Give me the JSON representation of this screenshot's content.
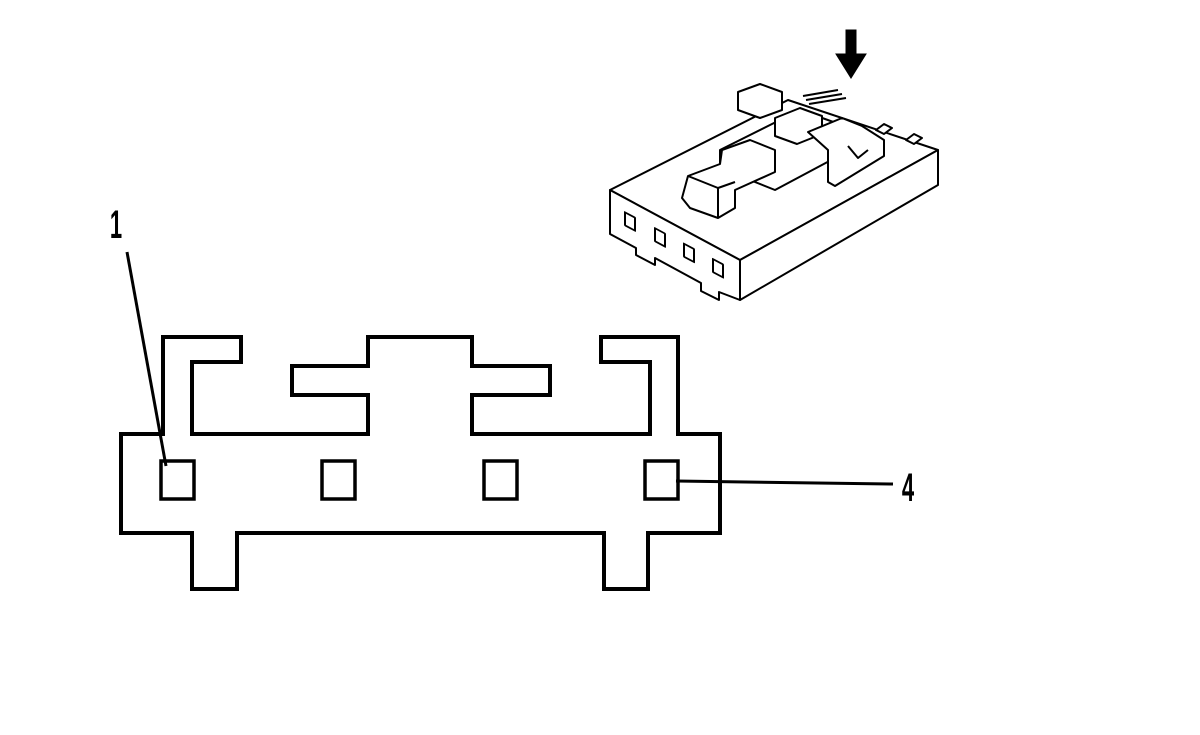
{
  "diagram": {
    "type": "connector-pinout",
    "pin_count": 4,
    "callouts": [
      {
        "label": "1",
        "pin": 1
      },
      {
        "label": "4",
        "pin": 4
      }
    ],
    "line_color": "#000000",
    "background": "#ffffff",
    "icons": [
      "connector-face-outline",
      "connector-3d-view",
      "insertion-arrow-icon"
    ]
  }
}
